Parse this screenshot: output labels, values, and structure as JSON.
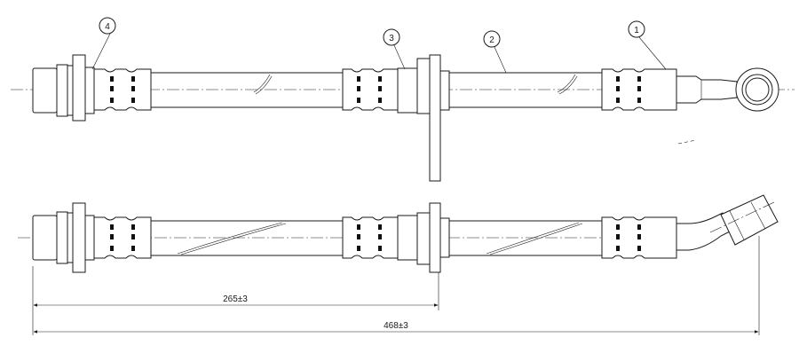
{
  "callouts": [
    {
      "id": "4",
      "label": "4"
    },
    {
      "id": "3",
      "label": "3"
    },
    {
      "id": "2",
      "label": "2"
    },
    {
      "id": "1",
      "label": "1"
    }
  ],
  "dimensions": {
    "partial_length": "265±3",
    "total_length": "468±3"
  }
}
